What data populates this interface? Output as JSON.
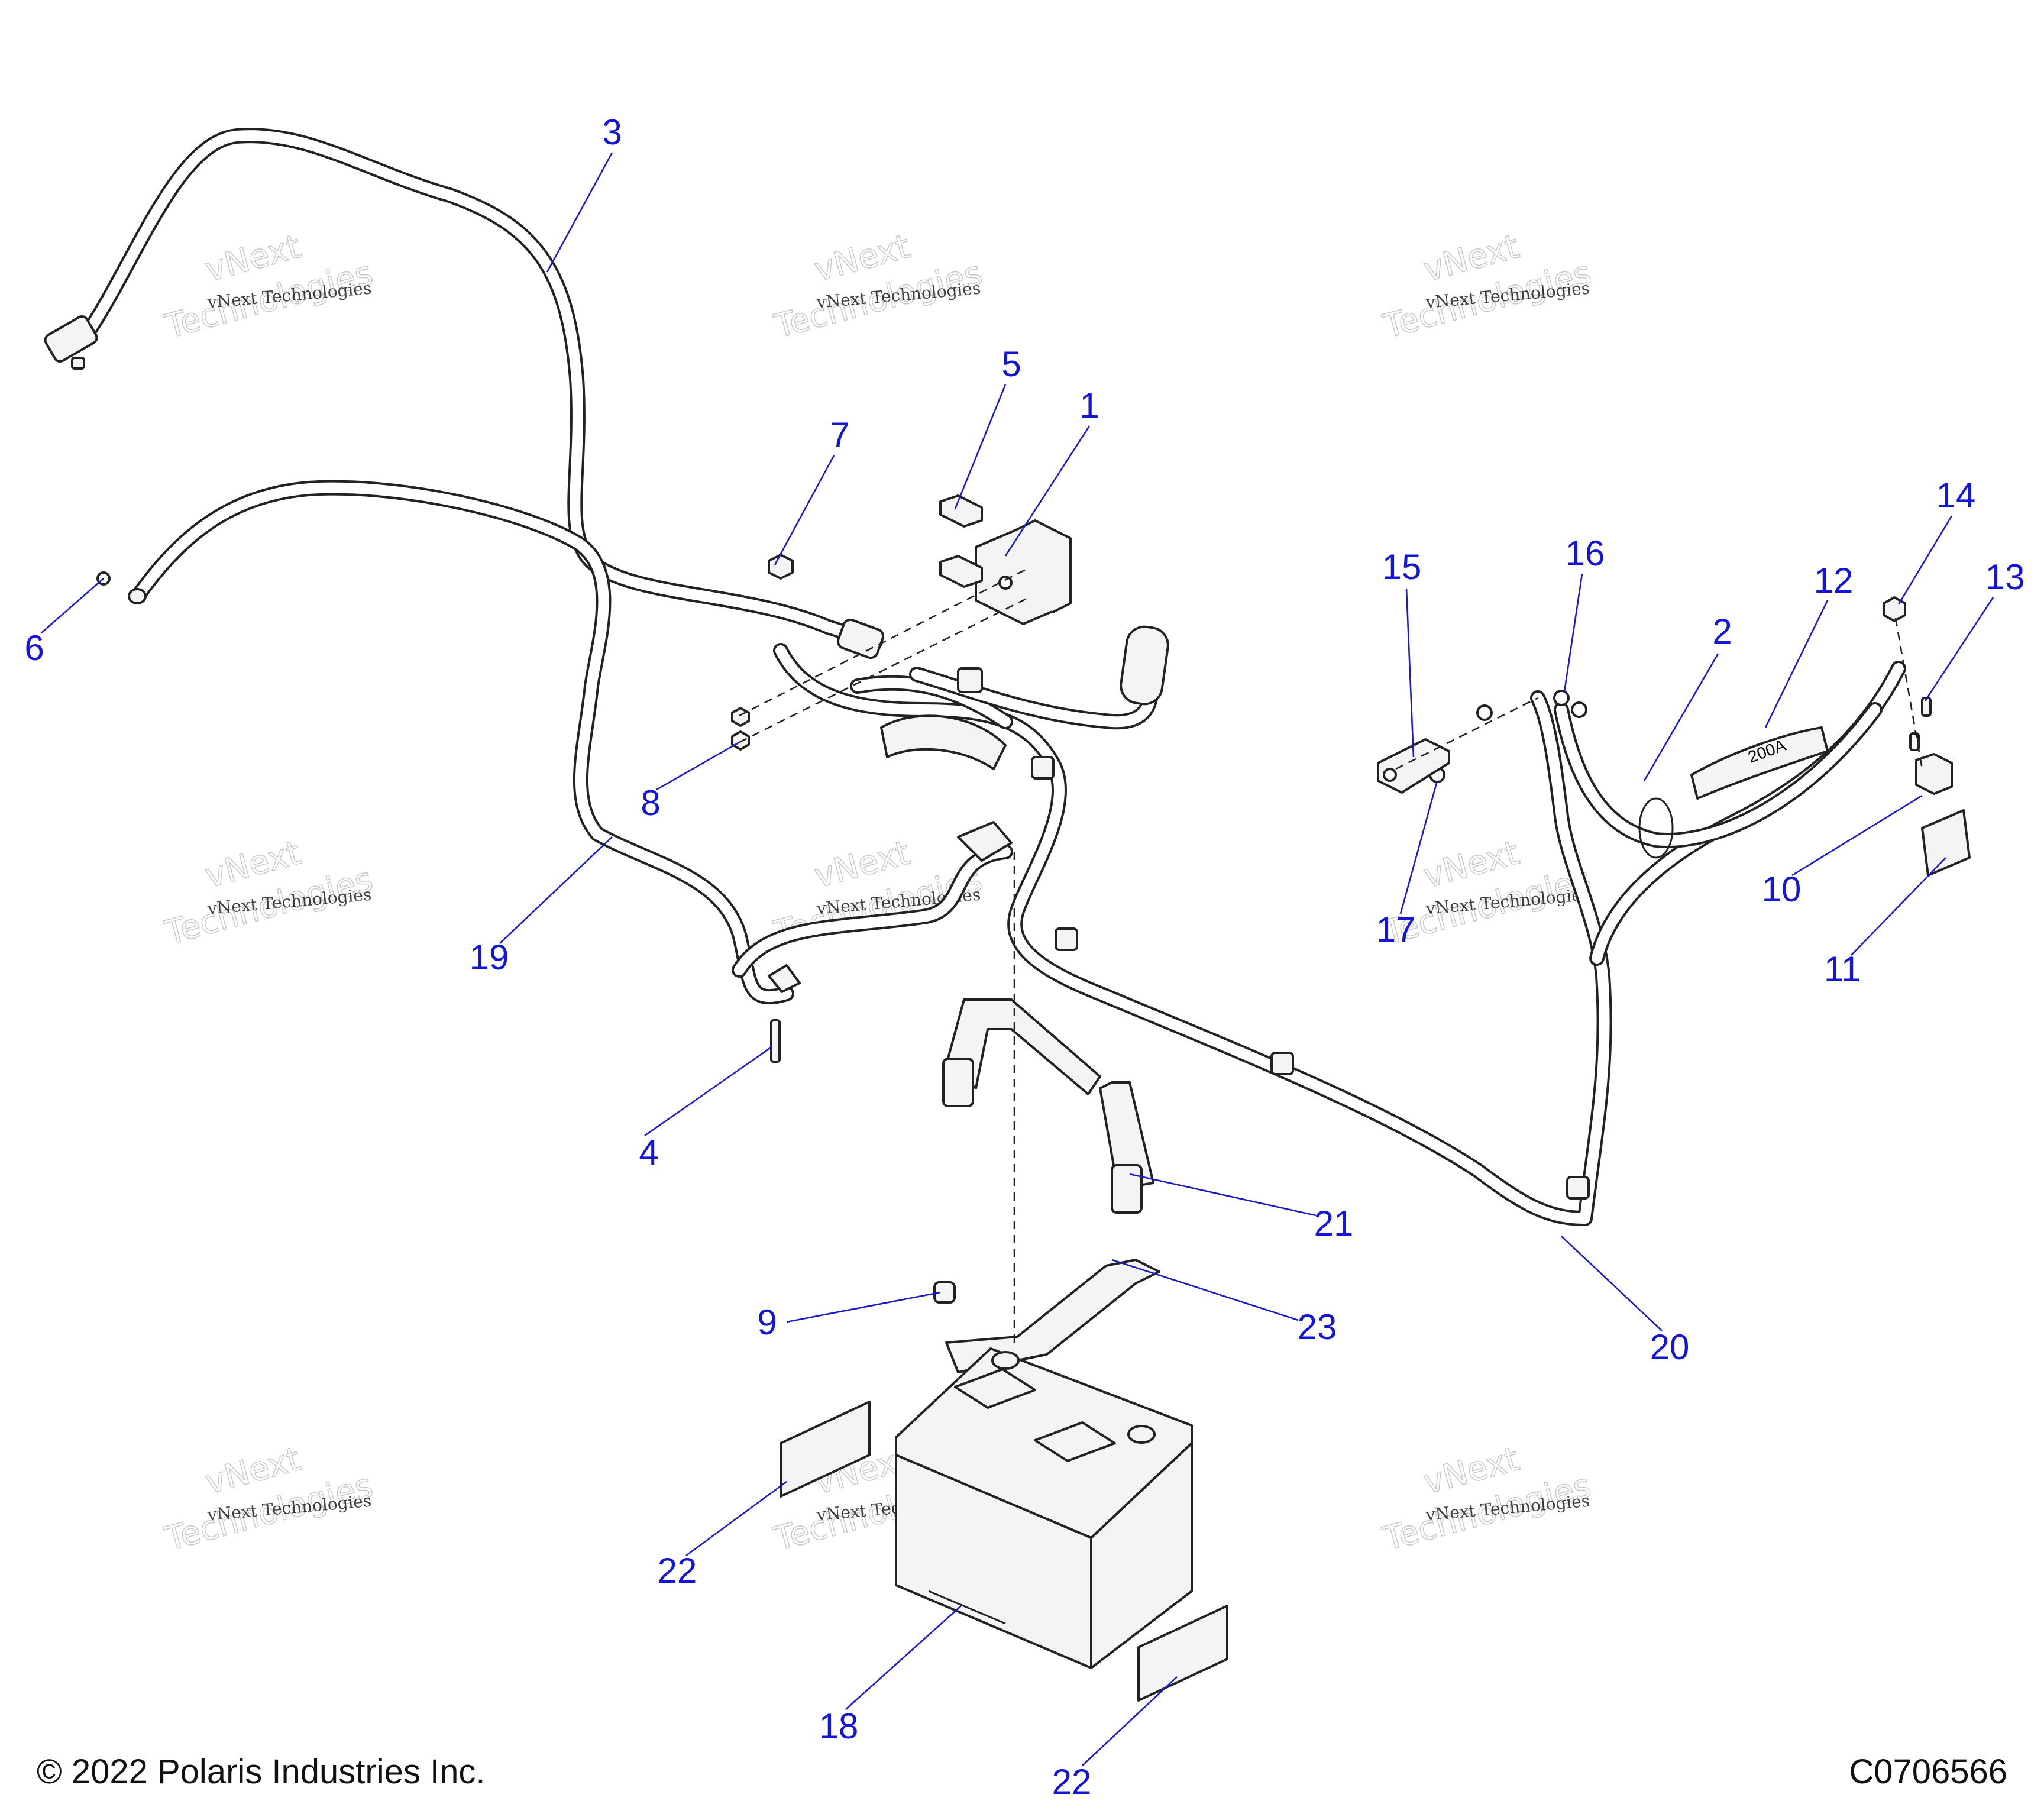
{
  "callouts": [
    "1",
    "2",
    "3",
    "4",
    "5",
    "6",
    "7",
    "8",
    "9",
    "10",
    "11",
    "12",
    "13",
    "14",
    "15",
    "16",
    "17",
    "18",
    "19",
    "20",
    "21",
    "22",
    "22",
    "23"
  ],
  "watermark": {
    "line1": "vNext Technologies",
    "line2": "vNext",
    "line3": "Technologies"
  },
  "fuse_label": "200A",
  "footer": {
    "copyright": "© 2022 Polaris Industries Inc.",
    "drawing_number": "C0706566"
  }
}
